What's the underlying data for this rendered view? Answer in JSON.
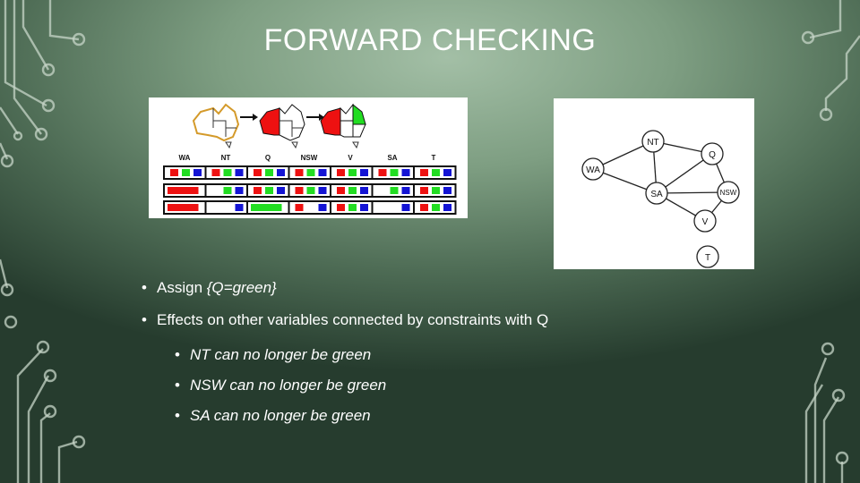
{
  "slide": {
    "title": "FORWARD CHECKING",
    "bullets": [
      {
        "prefix": "Assign ",
        "emph": "{Q=green}"
      },
      {
        "text": "Effects on other variables connected by constraints with Q"
      }
    ],
    "sub_bullets": [
      "NT can no longer be green",
      "NSW can no longer be green",
      "SA can no longer be green"
    ]
  },
  "domains_table": {
    "headers": [
      "WA",
      "NT",
      "Q",
      "NSW",
      "V",
      "SA",
      "T"
    ],
    "colors": {
      "red": "#ee1111",
      "green": "#22dd22",
      "blue": "#1414d4"
    }
  },
  "constraint_graph": {
    "nodes": [
      "NT",
      "Q",
      "WA",
      "SA",
      "NSW",
      "V",
      "T"
    ]
  },
  "theme": {
    "background": "#7e9e82",
    "text": "#ffffff",
    "circuit": "#c7d6c8"
  }
}
